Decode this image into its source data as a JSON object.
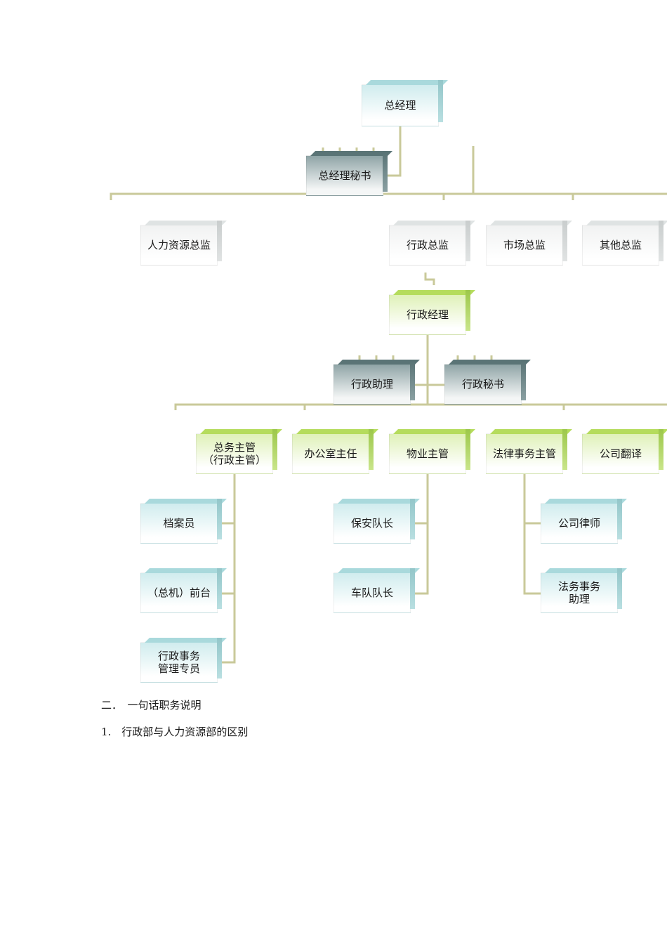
{
  "chart_data": {
    "type": "org-chart",
    "nodes": [
      {
        "id": "gm",
        "label": "总经理",
        "style": "cyan"
      },
      {
        "id": "gm_sec",
        "label": "总经理秘书",
        "style": "dark"
      },
      {
        "id": "hr_dir",
        "label": "人力资源总监",
        "style": "grey"
      },
      {
        "id": "admin_dir",
        "label": "行政总监",
        "style": "grey"
      },
      {
        "id": "mkt_dir",
        "label": "市场总监",
        "style": "grey"
      },
      {
        "id": "other_dir",
        "label": "其他总监",
        "style": "grey"
      },
      {
        "id": "admin_mgr",
        "label": "行政经理",
        "style": "green"
      },
      {
        "id": "admin_asst",
        "label": "行政助理",
        "style": "dark"
      },
      {
        "id": "admin_sec",
        "label": "行政秘书",
        "style": "dark"
      },
      {
        "id": "gen_affairs",
        "label": "总务主管\n（行政主管）",
        "style": "green"
      },
      {
        "id": "office_dir",
        "label": "办公室主任",
        "style": "green"
      },
      {
        "id": "property",
        "label": "物业主管",
        "style": "green"
      },
      {
        "id": "legal",
        "label": "法律事务主管",
        "style": "green"
      },
      {
        "id": "translator",
        "label": "公司翻译",
        "style": "green"
      },
      {
        "id": "archivist",
        "label": "档案员",
        "style": "cyan"
      },
      {
        "id": "reception",
        "label": "（总机）前台",
        "style": "cyan"
      },
      {
        "id": "admin_spec",
        "label": "行政事务\n管理专员",
        "style": "cyan"
      },
      {
        "id": "security",
        "label": "保安队长",
        "style": "cyan"
      },
      {
        "id": "fleet",
        "label": "车队队长",
        "style": "cyan"
      },
      {
        "id": "lawyer",
        "label": "公司律师",
        "style": "cyan"
      },
      {
        "id": "legal_asst",
        "label": "法务事务\n助理",
        "style": "cyan"
      }
    ],
    "edges": [
      [
        "gm",
        "gm_sec"
      ],
      [
        "gm",
        "hr_dir"
      ],
      [
        "gm",
        "admin_dir"
      ],
      [
        "gm",
        "mkt_dir"
      ],
      [
        "gm",
        "other_dir"
      ],
      [
        "admin_dir",
        "admin_mgr"
      ],
      [
        "admin_mgr",
        "admin_asst"
      ],
      [
        "admin_mgr",
        "admin_sec"
      ],
      [
        "admin_mgr",
        "gen_affairs"
      ],
      [
        "admin_mgr",
        "office_dir"
      ],
      [
        "admin_mgr",
        "property"
      ],
      [
        "admin_mgr",
        "legal"
      ],
      [
        "admin_mgr",
        "translator"
      ],
      [
        "gen_affairs",
        "archivist"
      ],
      [
        "gen_affairs",
        "reception"
      ],
      [
        "gen_affairs",
        "admin_spec"
      ],
      [
        "property",
        "security"
      ],
      [
        "property",
        "fleet"
      ],
      [
        "legal",
        "lawyer"
      ],
      [
        "legal",
        "legal_asst"
      ]
    ]
  },
  "text": {
    "section_heading": "二．　一句话职务说明",
    "item_1": "1.　行政部与人力资源部的区别"
  },
  "colors": {
    "connector": "#c9c99a",
    "cyan_top": "#a9d9dc",
    "green_top": "#b5dc5c",
    "dark_top": "#5a7476",
    "grey_top": "#dfe3e3"
  }
}
